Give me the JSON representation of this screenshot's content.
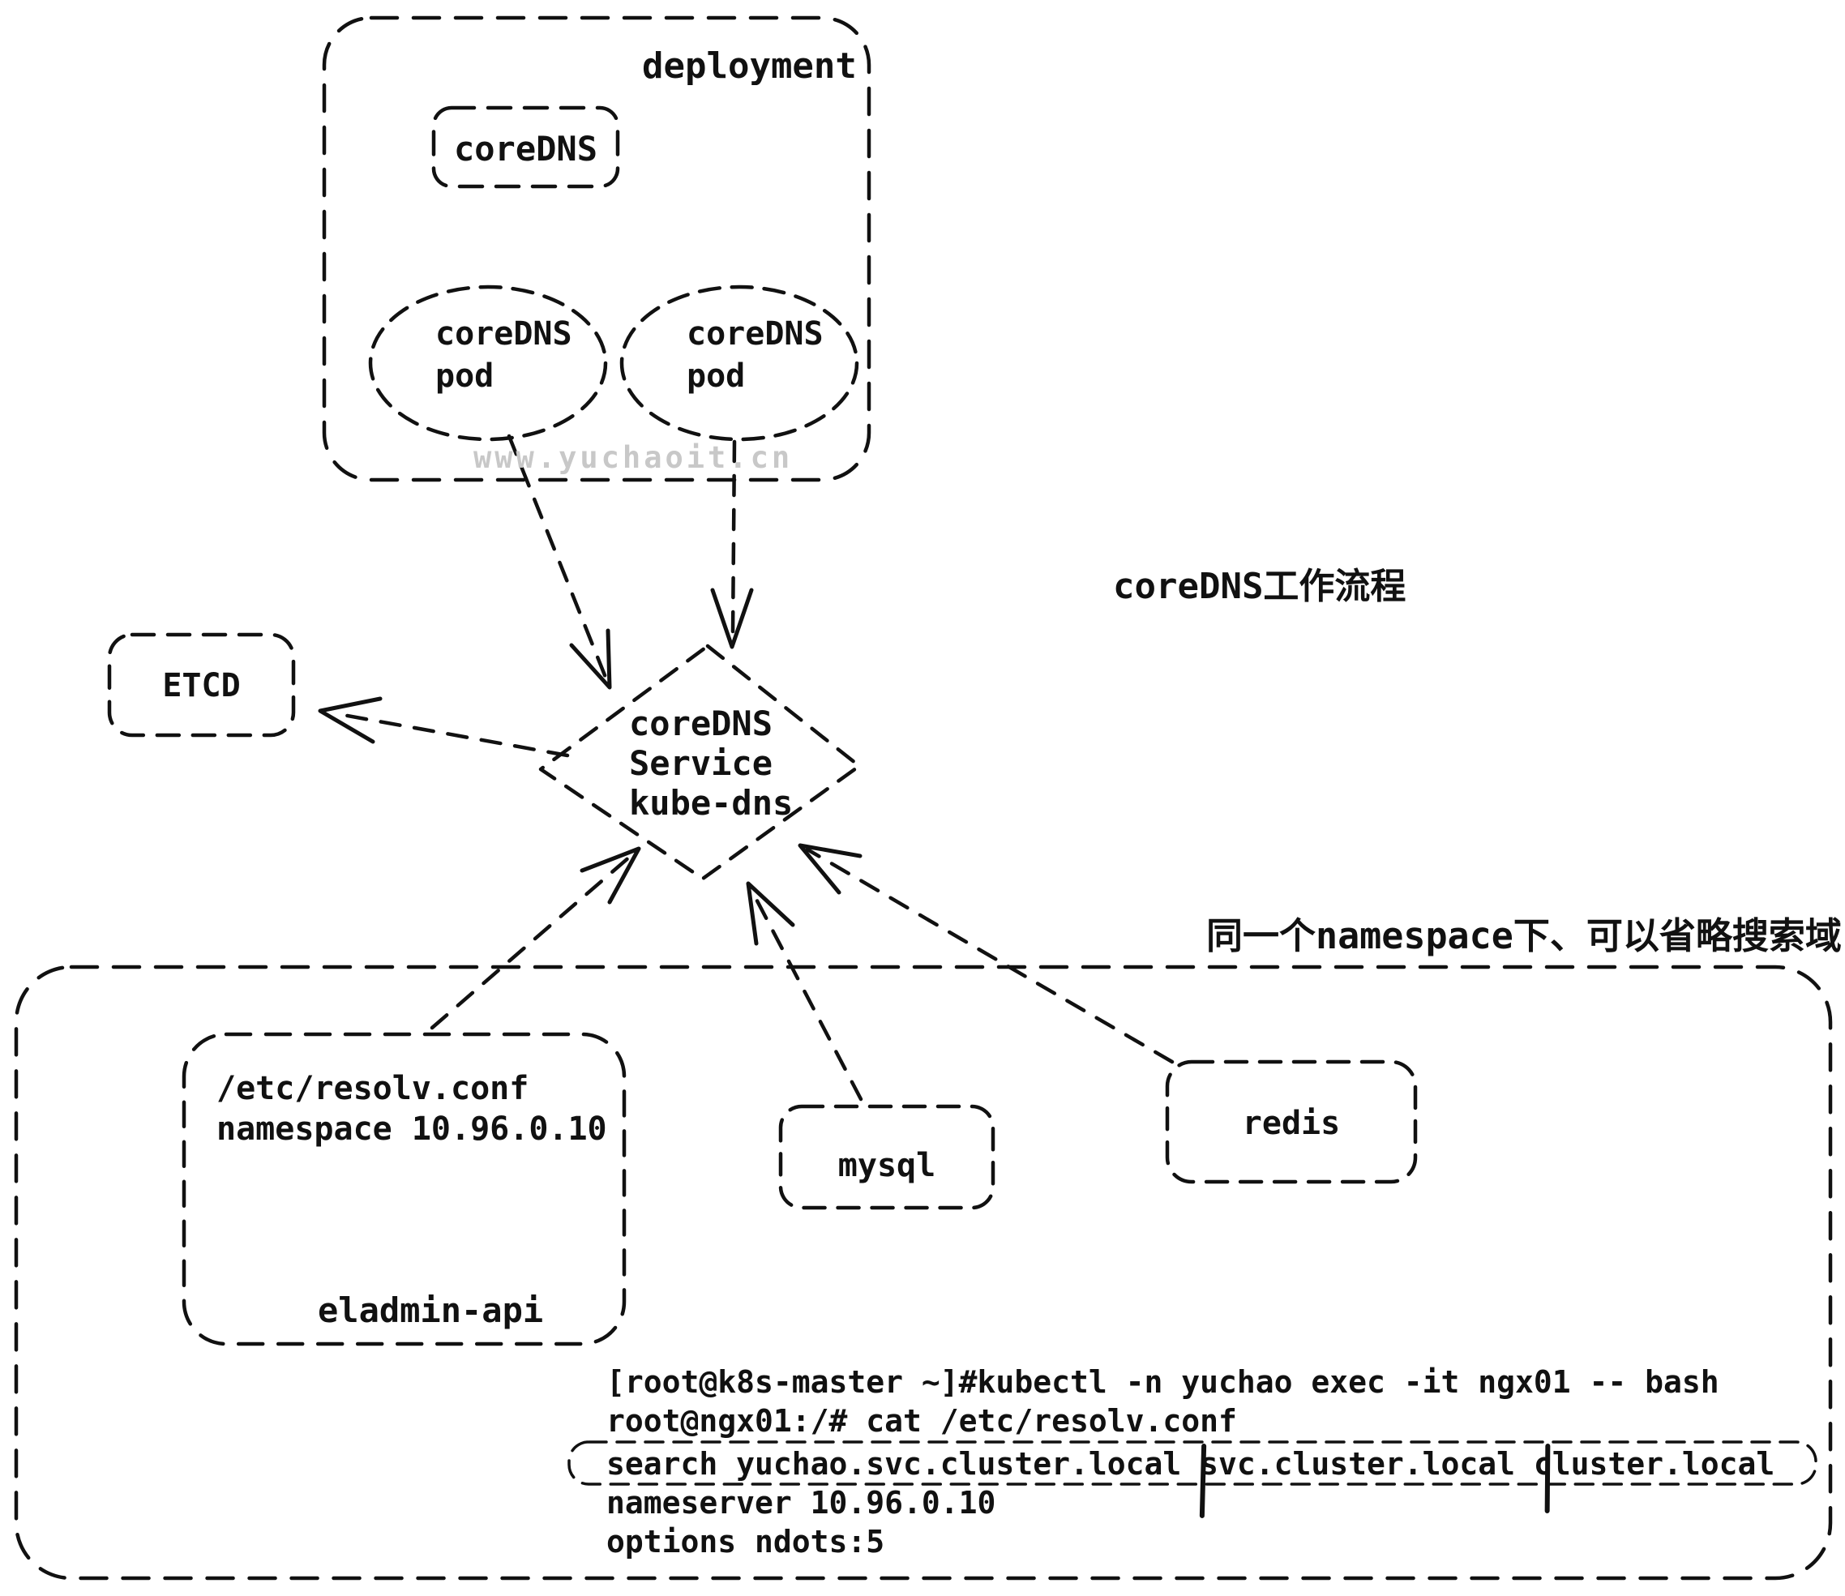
{
  "colors": {
    "ink": "#111111",
    "watermark_gray": "#c8c8c8",
    "background": "#ffffff"
  },
  "title": "coreDNS工作流程",
  "annotation": "同一个namespace下、可以省略搜索域",
  "watermark": "www.yuchaoit.cn",
  "deployment": {
    "label": "deployment",
    "coredns": "coreDNS",
    "pods": [
      {
        "line1": "coreDNS",
        "line2": "pod"
      },
      {
        "line1": "coreDNS",
        "line2": "pod"
      }
    ]
  },
  "etcd": {
    "label": "ETCD"
  },
  "service": {
    "line1": "coreDNS",
    "line2": "Service",
    "line3": "kube-dns"
  },
  "workloads": {
    "eladmin": {
      "conf_path": "/etc/resolv.conf",
      "nameserver_line": "namespace 10.96.0.10",
      "name": "eladmin-api"
    },
    "mysql": {
      "label": "mysql"
    },
    "redis": {
      "label": "redis"
    }
  },
  "terminal": {
    "line1": "[root@k8s-master ~]#kubectl -n yuchao exec -it ngx01 -- bash",
    "line2": "root@ngx01:/# cat /etc/resolv.conf",
    "search": "search yuchao.svc.cluster.local svc.cluster.local cluster.local",
    "nameserver": "nameserver 10.96.0.10",
    "options": "options ndots:5"
  }
}
